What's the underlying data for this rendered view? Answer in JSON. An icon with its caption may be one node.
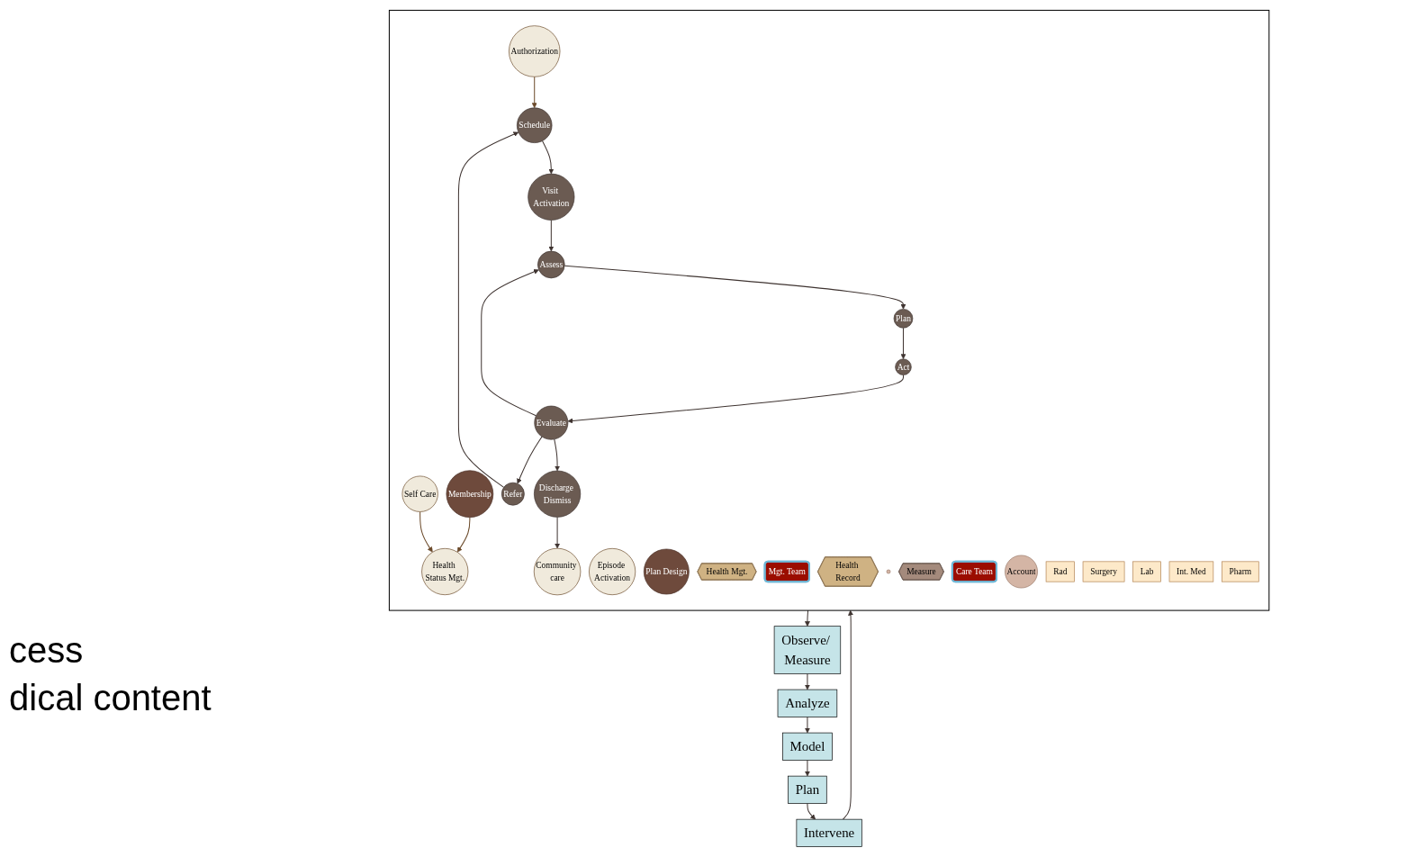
{
  "diagram": {
    "nodes": [
      {
        "text": [
          "Model"
        ]
      },
      {
        "text": [
          "Plan"
        ]
      },
      {
        "text": [
          "Intervene"
        ]
      },
      {
        "text": [
          "Analyze"
        ]
      },
      {
        "text": [
          "Observe/ Measure"
        ]
      },
      {
        "text": [],
        "shape": "box"
      },
      {
        "text": [
          "Membership"
        ],
        "in": 5
      },
      {
        "text": [
          "Health Status Mgt."
        ],
        "in": 5
      },
      {
        "text": [
          "Episode Activation"
        ],
        "in": 5
      },
      {
        "text": [
          "Authorization"
        ],
        "in": 5
      },
      {
        "text": [
          "Schedule"
        ],
        "in": 5
      },
      {
        "text": [
          "Plan Design"
        ],
        "in": 5
      },
      {
        "text": [
          "Self Care"
        ],
        "in": 5
      },
      {
        "text": [
          "Health Mgt."
        ],
        "in": 5
      },
      {
        "text": [
          "Mgt. Team"
        ],
        "in": 5
      },
      {
        "text": [
          "Health Record"
        ],
        "in": 5
      },
      {
        "text": [
          "Refer"
        ],
        "in": 5
      },
      {
        "text": [
          "Visit Activation"
        ],
        "in": 5
      },
      {
        "text": [],
        "shape": "circle",
        "in": 5
      },
      {
        "text": [
          "Assess"
        ],
        "in": 5
      },
      {
        "text": [
          "Measure"
        ],
        "in": 5
      },
      {
        "text": [
          "Community care"
        ],
        "in": 5
      },
      {
        "text": [
          "Evaluate"
        ],
        "in": 5
      },
      {
        "text": [
          "Care Team"
        ],
        "in": 5
      },
      {
        "text": [
          "Plan"
        ],
        "in": 5
      },
      {
        "text": [
          "Account"
        ],
        "in": 5
      },
      {
        "text": [
          "Discharge Dismiss"
        ],
        "in": 5
      },
      {
        "text": [
          "Act"
        ],
        "in": 5
      },
      {
        "text": [
          "Rad"
        ],
        "in": 5
      },
      {
        "text": [
          "Surgery"
        ],
        "in": 5
      },
      {
        "text": [
          "Lab"
        ],
        "in": 5
      },
      {
        "text": [
          "Int. Med"
        ],
        "in": 5
      },
      {
        "text": [
          "Pharm"
        ],
        "in": 5
      }
    ],
    "edges": [
      {
        "from": 0,
        "to": 1,
        "arrow": "to"
      },
      {
        "from": 1,
        "to": 2,
        "arrow": "to"
      },
      {
        "from": 2,
        "to": 5,
        "arrow": "to"
      },
      {
        "from": 3,
        "to": 0,
        "arrow": "to"
      },
      {
        "from": 4,
        "to": 3,
        "arrow": "to"
      },
      {
        "from": 5,
        "to": 4,
        "arrow": "to"
      },
      {
        "from": 6,
        "to": 7,
        "arrow": "to",
        "color": "#6b4a2a"
      },
      {
        "from": 12,
        "to": 7,
        "arrow": "to",
        "color": "#6b4a2a"
      },
      {
        "from": 9,
        "to": 10,
        "arrow": "to",
        "color": "#6b4a2a"
      },
      {
        "from": 16,
        "to": 10,
        "arrow": "to"
      },
      {
        "from": 10,
        "to": 17,
        "arrow": "to"
      },
      {
        "from": 17,
        "to": 19,
        "arrow": "to"
      },
      {
        "from": 19,
        "to": 24,
        "arrow": "to"
      },
      {
        "from": 24,
        "to": 27,
        "arrow": "to"
      },
      {
        "from": 27,
        "to": 22,
        "arrow": "to"
      },
      {
        "from": 22,
        "to": 19,
        "arrow": "to"
      },
      {
        "from": 22,
        "to": 16,
        "arrow": "to"
      },
      {
        "from": 22,
        "to": 26,
        "arrow": "to"
      },
      {
        "from": 26,
        "to": 21,
        "arrow": "to"
      }
    ],
    "labels": [
      "cess",
      "dical content"
    ]
  }
}
